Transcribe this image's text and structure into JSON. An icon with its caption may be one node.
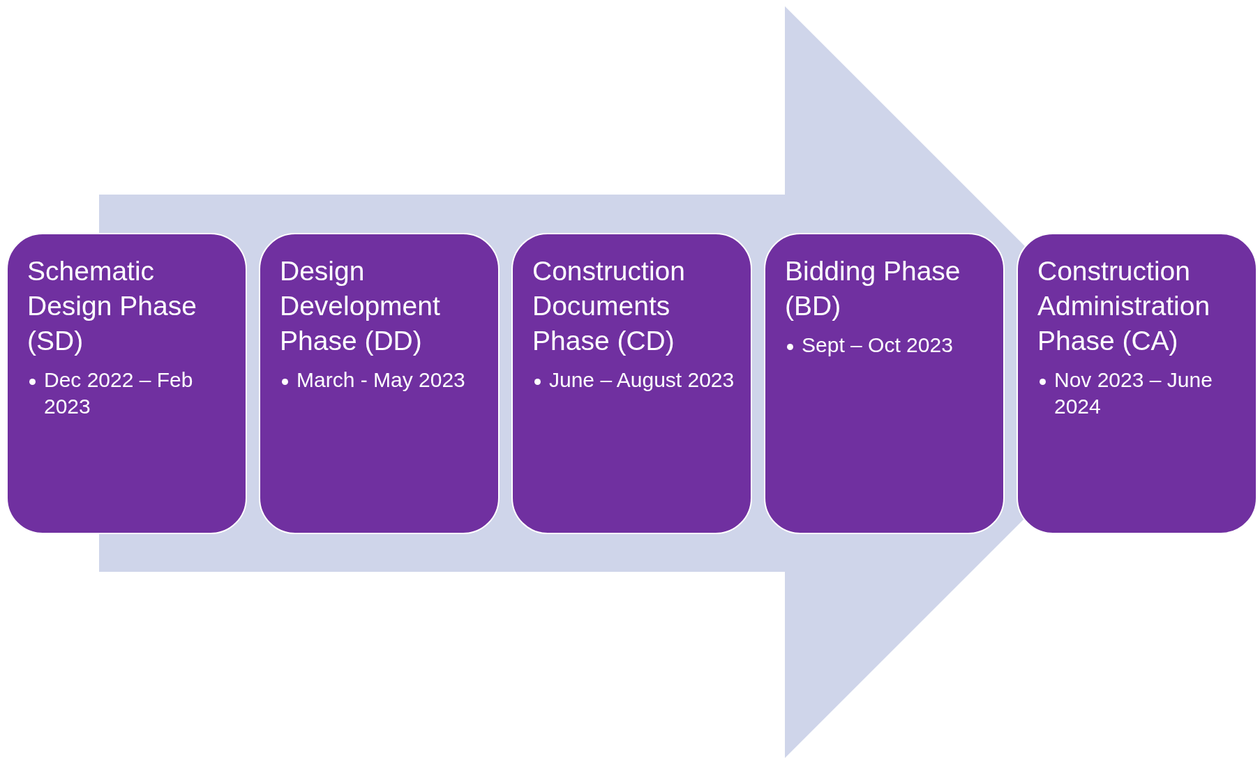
{
  "diagram": {
    "nodes": [
      {
        "text": [
          "Schematic Design Phase (SD)",
          "Dec 2022 – Feb 2023"
        ]
      },
      {
        "text": [
          "Design Development Phase (DD)",
          "March - May 2023"
        ]
      },
      {
        "text": [
          "Construction Documents Phase (CD)",
          "June – August 2023"
        ]
      },
      {
        "text": [
          "Bidding Phase (BD)",
          "Sept – Oct 2023"
        ]
      },
      {
        "text": [
          "Construction Administration Phase (CA)",
          "Nov 2023 – June 2024"
        ]
      }
    ],
    "edges": [
      {
        "from": 0,
        "to": 4,
        "arrow": "to"
      }
    ]
  }
}
